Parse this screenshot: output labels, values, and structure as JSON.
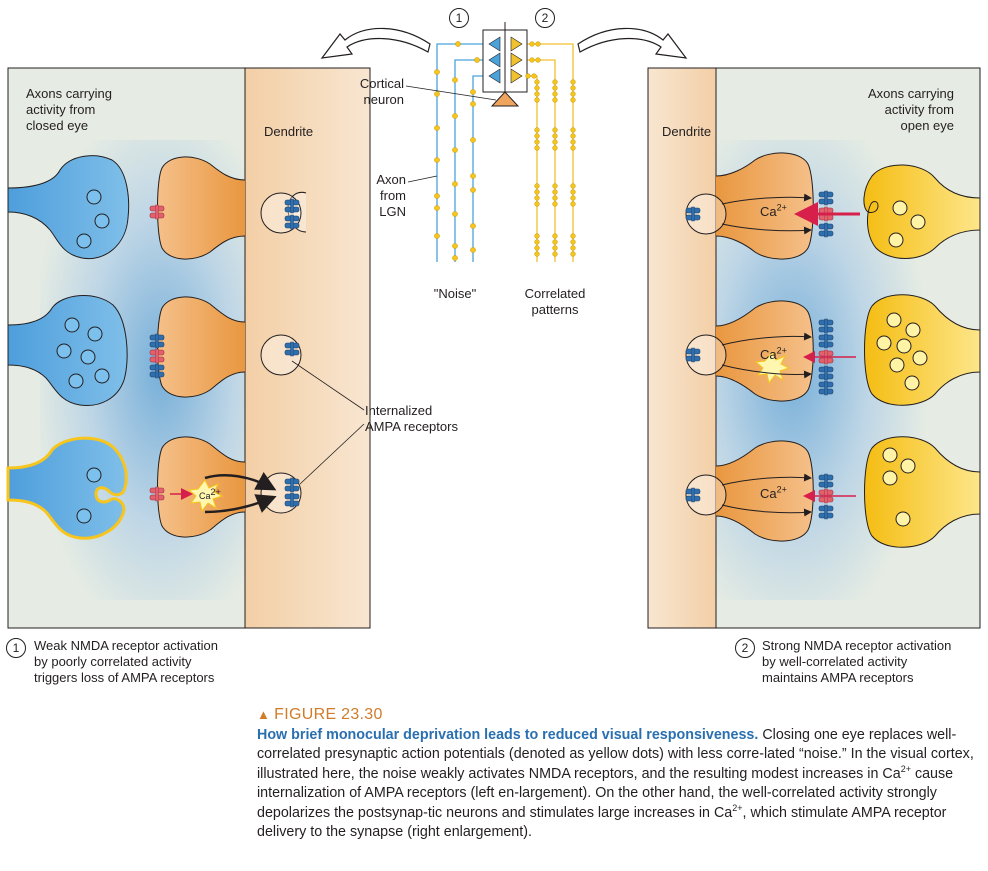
{
  "labels": {
    "left_axons": [
      "Axons carrying",
      "activity from",
      "closed eye"
    ],
    "left_dendrite": "Dendrite",
    "right_axons": [
      "Axons carrying",
      "activity from",
      "open eye"
    ],
    "right_dendrite": "Dendrite",
    "cortical_neuron": [
      "Cortical",
      "neuron"
    ],
    "axon_from_lgn": [
      "Axon",
      "from",
      "LGN"
    ],
    "noise": "\"Noise\"",
    "correlated": [
      "Correlated",
      "patterns"
    ],
    "internalized": [
      "Internalized",
      "AMPA receptors"
    ],
    "ca": "Ca",
    "ca_sup": "2+",
    "marker_1": "1",
    "marker_2": "2"
  },
  "panel_captions": {
    "left": [
      "Weak NMDA receptor activation",
      "by poorly correlated activity",
      "triggers loss of AMPA receptors"
    ],
    "right": [
      "Strong NMDA receptor activation",
      "by well-correlated activity",
      "maintains AMPA receptors"
    ]
  },
  "figure": {
    "label": "FIGURE 23.30",
    "lead": "How brief monocular deprivation leads to reduced visual responsiveness.",
    "body_1": "Closing one eye replaces well-correlated presynaptic action potentials (denoted as yellow dots) with less corre-lated “noise.” In the visual cortex, illustrated here, the noise weakly activates NMDA receptors, and the resulting modest increases in Ca",
    "sup_1": "2+",
    "body_2": "cause internalization of AMPA receptors (left en-largement). On the other hand, the well-correlated activity strongly depolarizes the postsynap-tic neurons and stimulates large increases in Ca",
    "sup_2": "2+",
    "body_3": ", which stimulate AMPA receptor delivery to the synapse (right enlargement)."
  },
  "colors": {
    "blue_terminal": "#5da9e0",
    "orange_spine": "#efa55e",
    "yellow_terminal": "#f7c51e",
    "nmda_receptor": "#e2616d",
    "ampa_receptor": "#2f6fad",
    "dendrite": "#f5d9b9",
    "lgn_axon_blue": "#4ba3dc",
    "lgn_axon_yellow": "#f2c12e",
    "ca_arrow": "#d6204b",
    "caption_accent": "#2a6fb0",
    "figure_label": "#d07c2a"
  }
}
